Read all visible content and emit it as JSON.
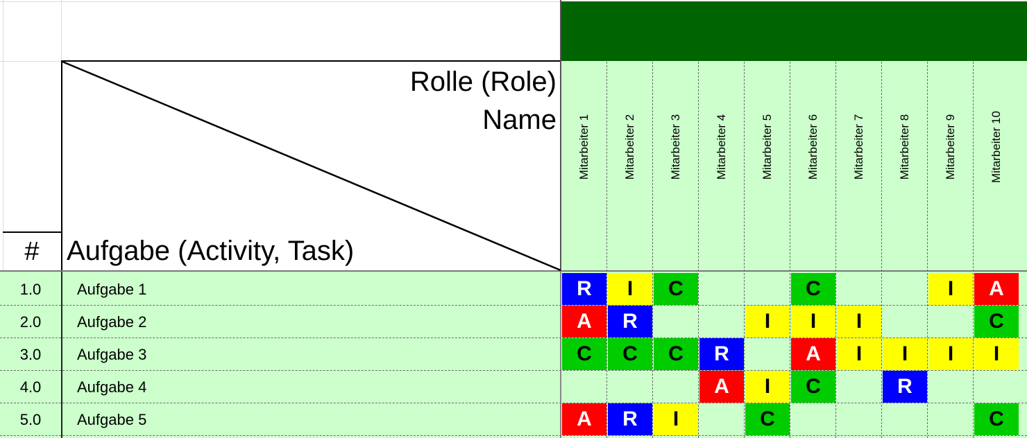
{
  "header": {
    "role_label": "Rolle (Role)",
    "name_label": "Name",
    "hash_label": "#",
    "task_label": "Aufgabe (Activity, Task)"
  },
  "colors": {
    "dark_green": "#006400",
    "light_green": "#ccffcc",
    "R": "#0000ff",
    "A": "#ff0000",
    "C": "#00cc00",
    "I": "#ffff00"
  },
  "roles": [
    "Mitarbeiter 1",
    "Mitarbeiter 2",
    "Mitarbeiter 3",
    "Mitarbeiter 4",
    "Mitarbeiter 5",
    "Mitarbeiter 6",
    "Mitarbeiter 7",
    "Mitarbeiter 8",
    "Mitarbeiter 9",
    "Mitarbeiter 10"
  ],
  "rows": [
    {
      "num": "1.0",
      "task": "Aufgabe 1",
      "cells": [
        "R",
        "I",
        "C",
        "",
        "",
        "C",
        "",
        "",
        "I",
        "A"
      ]
    },
    {
      "num": "2.0",
      "task": "Aufgabe 2",
      "cells": [
        "A",
        "R",
        "",
        "",
        "I",
        "I",
        "I",
        "",
        "",
        "C"
      ]
    },
    {
      "num": "3.0",
      "task": "Aufgabe 3",
      "cells": [
        "C",
        "C",
        "C",
        "R",
        "",
        "A",
        "I",
        "I",
        "I",
        "I"
      ]
    },
    {
      "num": "4.0",
      "task": "Aufgabe 4",
      "cells": [
        "",
        "",
        "",
        "A",
        "I",
        "C",
        "",
        "R",
        "",
        ""
      ]
    },
    {
      "num": "5.0",
      "task": "Aufgabe 5",
      "cells": [
        "A",
        "R",
        "I",
        "",
        "C",
        "",
        "",
        "",
        "",
        "C"
      ]
    }
  ]
}
